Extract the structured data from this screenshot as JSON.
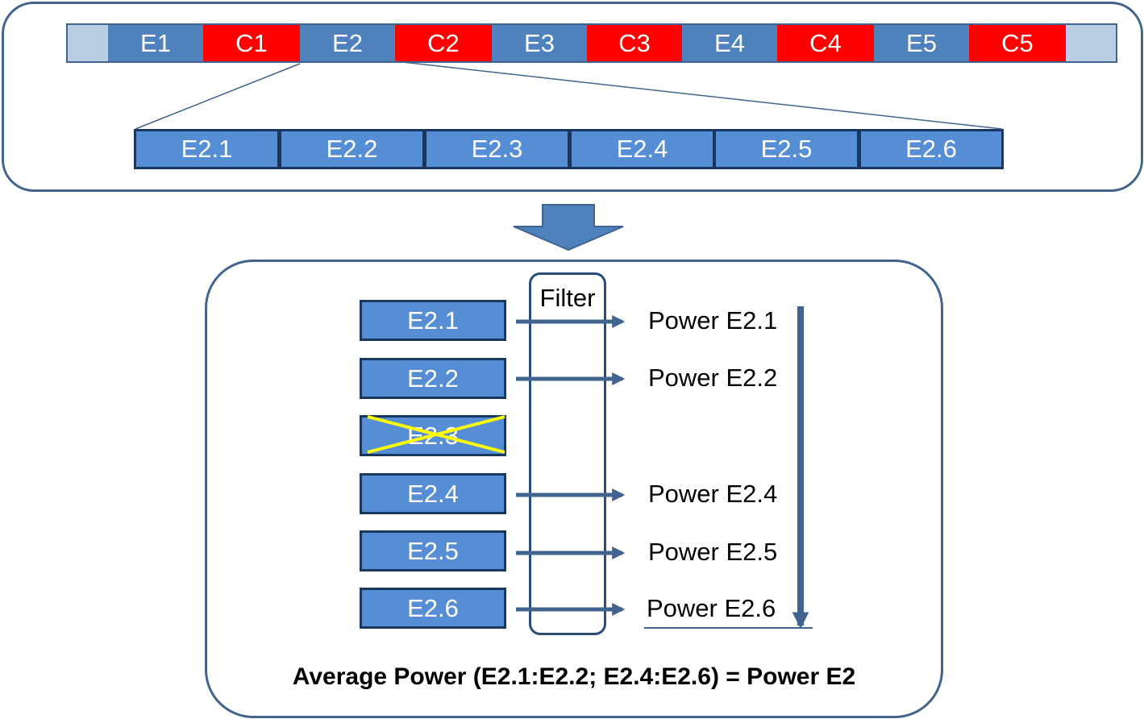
{
  "top_bar": {
    "segments": [
      {
        "label": "E1",
        "kind": "epoch"
      },
      {
        "label": "C1",
        "kind": "control"
      },
      {
        "label": "E2",
        "kind": "epoch"
      },
      {
        "label": "C2",
        "kind": "control"
      },
      {
        "label": "E3",
        "kind": "epoch"
      },
      {
        "label": "C3",
        "kind": "control"
      },
      {
        "label": "E4",
        "kind": "epoch"
      },
      {
        "label": "C4",
        "kind": "control"
      },
      {
        "label": "E5",
        "kind": "epoch"
      },
      {
        "label": "C5",
        "kind": "control"
      }
    ]
  },
  "sub_epochs": [
    "E2.1",
    "E2.2",
    "E2.3",
    "E2.4",
    "E2.5",
    "E2.6"
  ],
  "filter_label": "Filter",
  "filtered": {
    "inputs": [
      "E2.1",
      "E2.2",
      "E2.3",
      "E2.4",
      "E2.5",
      "E2.6"
    ],
    "rejected": "E2.3",
    "outputs": [
      "Power E2.1",
      "Power E2.2",
      "Power E2.4",
      "Power E2.5",
      "Power E2.6"
    ]
  },
  "summary": "Average Power (E2.1:E2.2; E2.4:E2.6) = Power E2",
  "colors": {
    "epoch": "#4f81bd",
    "control": "#ff0000",
    "sub_epoch": "#558ed5",
    "border": "#17375e",
    "reject_cross": "#ffff00"
  }
}
